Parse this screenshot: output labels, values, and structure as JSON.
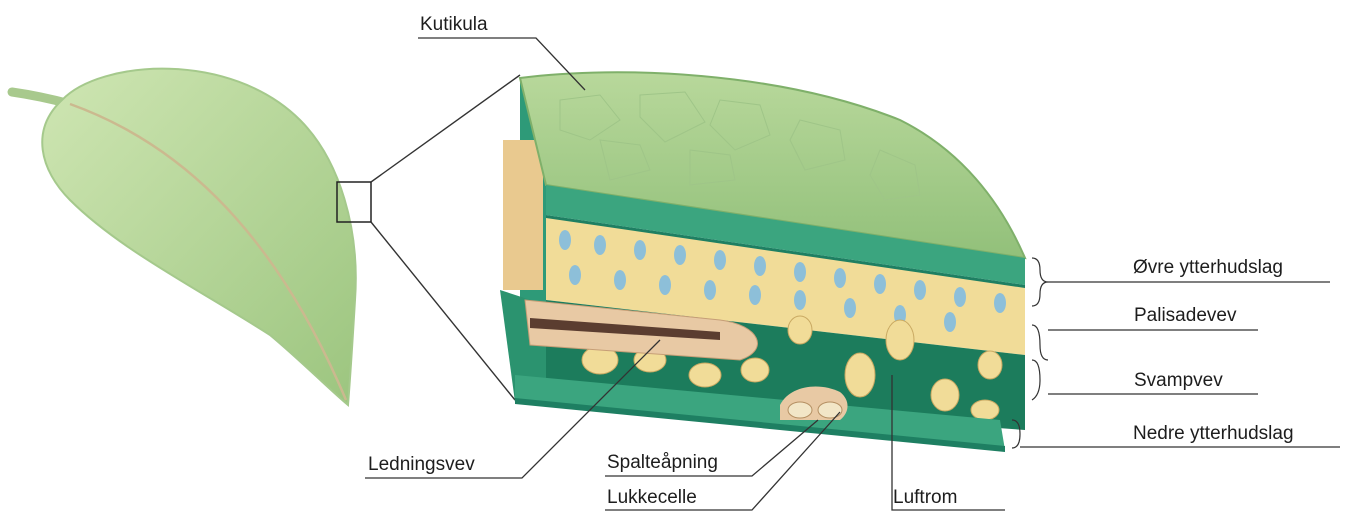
{
  "labels": {
    "kutikula": "Kutikula",
    "ovre_ytterhudslag": "Øvre ytterhudslag",
    "palisadevev": "Palisadevev",
    "svampvev": "Svampvev",
    "nedre_ytterhudslag": "Nedre ytterhudslag",
    "ledningsvev": "Ledningsvev",
    "spalteapning": "Spalteåpning",
    "lukkecelle": "Lukkecelle",
    "luftrom": "Luftrom"
  },
  "colors": {
    "leaf": "#b9d69a",
    "leaf_dark": "#8fbd74",
    "cuticle_top": "#a9cf8e",
    "epidermis": "#3aa17f",
    "epidermis_dark": "#1e7f62",
    "palisade": "#f3e2a3",
    "spongy_bg": "#1b7a5b",
    "vein": "#e8c9a4",
    "vein_core": "#6a4a3a",
    "cell_nucleus": "#7fb3d5",
    "leader_line": "#333333"
  },
  "icons": {
    "leaf": "leaf-illustration",
    "cross_section": "leaf-cross-section-illustration"
  }
}
